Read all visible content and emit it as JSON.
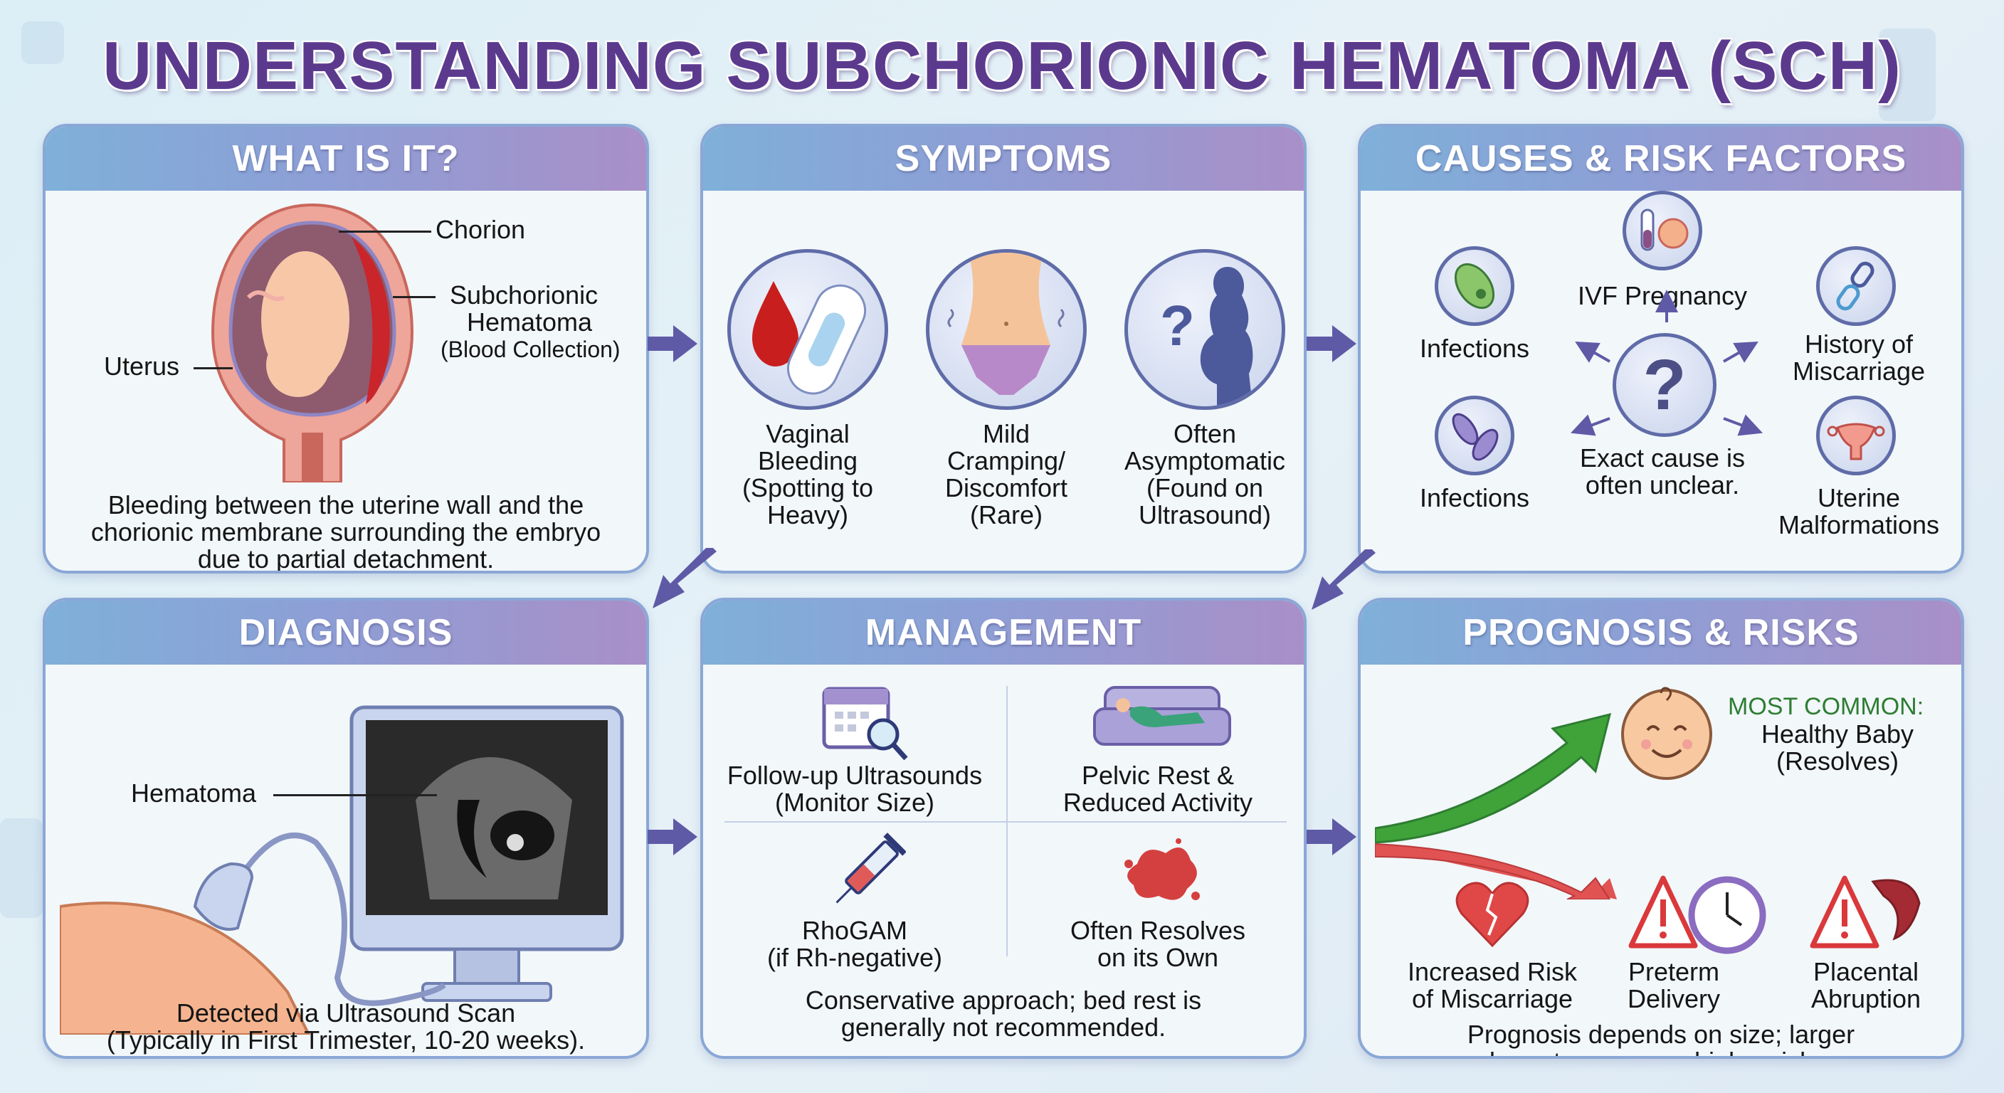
{
  "title": "UNDERSTANDING SUBCHORIONIC HEMATOMA (SCH)",
  "colors": {
    "title": "#5b3a8e",
    "header_start": "#7fb0d9",
    "header_end": "#a98fc8",
    "connector": "#5e5aa6",
    "most_common": "#2e7d32",
    "risk_red": "#d9393b"
  },
  "panels": {
    "what_is_it": {
      "header": "WHAT IS IT?",
      "labels": {
        "chorion": "Chorion",
        "hematoma_line1": "Subchorionic",
        "hematoma_line2": "Hematoma",
        "hematoma_line3": "(Blood Collection)",
        "uterus": "Uterus"
      },
      "description_line1": "Bleeding between the uterine wall and the",
      "description_line2": "chorionic membrane surrounding the embryo",
      "description_line3": "due to partial detachment."
    },
    "symptoms": {
      "header": "SYMPTOMS",
      "items": [
        {
          "icon": "blood-drop-pad-icon",
          "lines": [
            "Vaginal",
            "Bleeding",
            "(Spotting to",
            "Heavy)"
          ]
        },
        {
          "icon": "abdomen-cramping-icon",
          "lines": [
            "Mild",
            "Cramping/",
            "Discomfort",
            "(Rare)"
          ]
        },
        {
          "icon": "pregnant-silhouette-question-icon",
          "lines": [
            "Often",
            "Asymptomatic",
            "(Found on",
            "Ultrasound)"
          ]
        }
      ]
    },
    "causes": {
      "header": "CAUSES & RISK FACTORS",
      "center_text_line1": "Exact cause is",
      "center_text_line2": "often unclear.",
      "items": {
        "top_left": "Infections",
        "top_center": "IVF Pregnancy",
        "top_right_line1": "History of",
        "top_right_line2": "Miscarriage",
        "bottom_left": "Infections",
        "bottom_right_line1": "Uterine",
        "bottom_right_line2": "Malformations"
      }
    },
    "diagnosis": {
      "header": "DIAGNOSIS",
      "hematoma_label": "Hematoma",
      "description_line1": "Detected via Ultrasound Scan",
      "description_line2": "(Typically in First Trimester, 10-20 weeks)."
    },
    "management": {
      "header": "MANAGEMENT",
      "items": [
        {
          "icon": "calendar-magnifier-icon",
          "line1": "Follow-up Ultrasounds",
          "line2": "(Monitor Size)"
        },
        {
          "icon": "person-resting-sofa-icon",
          "line1": "Pelvic Rest &",
          "line2": "Reduced Activity"
        },
        {
          "icon": "syringe-icon",
          "line1": "RhoGAM",
          "line2": "(if Rh-negative)"
        },
        {
          "icon": "blood-splat-icon",
          "line1": "Often Resolves",
          "line2": "on its Own"
        }
      ],
      "footer_line1": "Conservative approach; bed rest is",
      "footer_line2": "generally not recommended."
    },
    "prognosis": {
      "header": "PROGNOSIS & RISKS",
      "most_common_label": "MOST COMMON:",
      "healthy_line1": "Healthy Baby",
      "healthy_line2": "(Resolves)",
      "risks": [
        {
          "icon": "broken-heart-icon",
          "line1": "Increased Risk",
          "line2": "of Miscarriage"
        },
        {
          "icon": "warning-clock-icon",
          "line1": "Preterm",
          "line2": "Delivery"
        },
        {
          "icon": "warning-placenta-icon",
          "line1": "Placental",
          "line2": "Abruption"
        }
      ],
      "footer_line1": "Prognosis depends on size; larger",
      "footer_line2": "hematomas carry higher risks."
    }
  }
}
